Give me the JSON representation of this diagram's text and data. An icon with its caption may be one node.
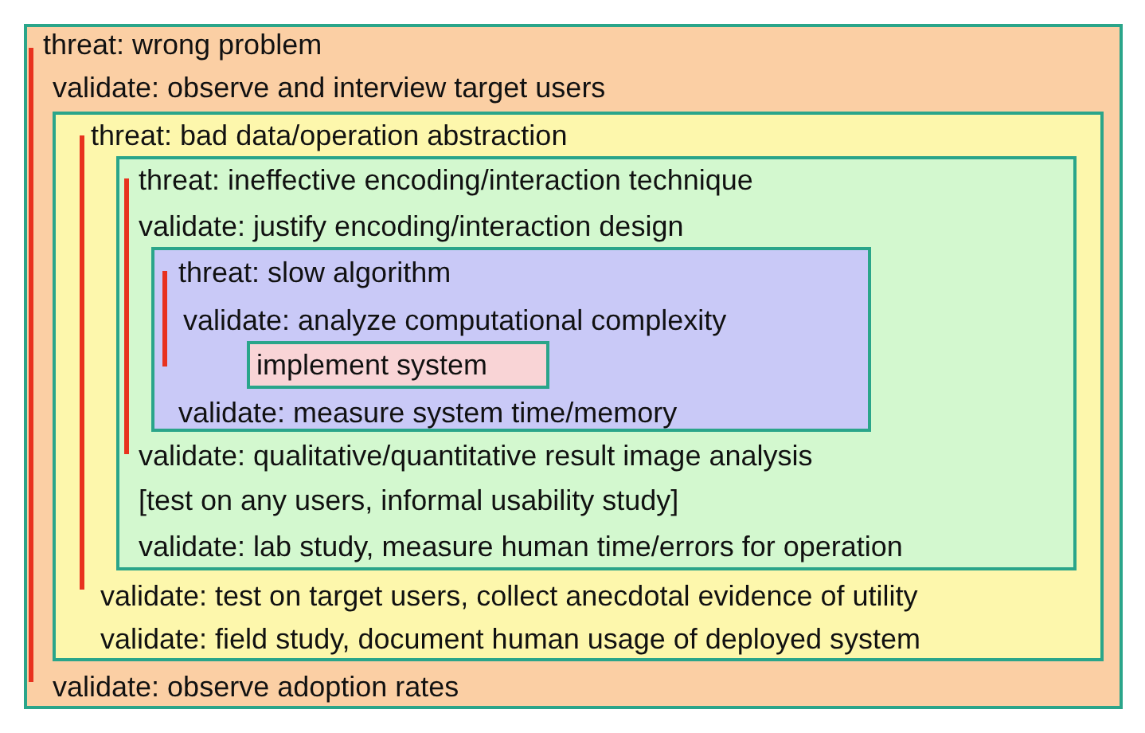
{
  "diagram": {
    "nodes": [
      {
        "text": [
          "threat: wrong problem",
          "validate: observe and interview target users",
          "validate: observe adoption rates"
        ]
      },
      {
        "text": [
          "threat: bad data/operation abstraction",
          "validate: test on target users, collect anecdotal evidence of utility",
          "validate: field study, document human usage of deployed system"
        ],
        "in": 0
      },
      {
        "text": [
          "threat: ineffective encoding/interaction technique",
          "validate: justify encoding/interaction design",
          "validate: qualitative/quantitative result image analysis",
          "[test on any users, informal usability study]",
          "validate: lab study, measure human time/errors for operation"
        ],
        "in": 1
      },
      {
        "text": [
          "threat: slow algorithm",
          "validate: analyze computational complexity",
          "validate: measure system time/memory"
        ],
        "in": 2
      },
      {
        "text": [
          "implement system"
        ],
        "in": 3
      }
    ]
  }
}
